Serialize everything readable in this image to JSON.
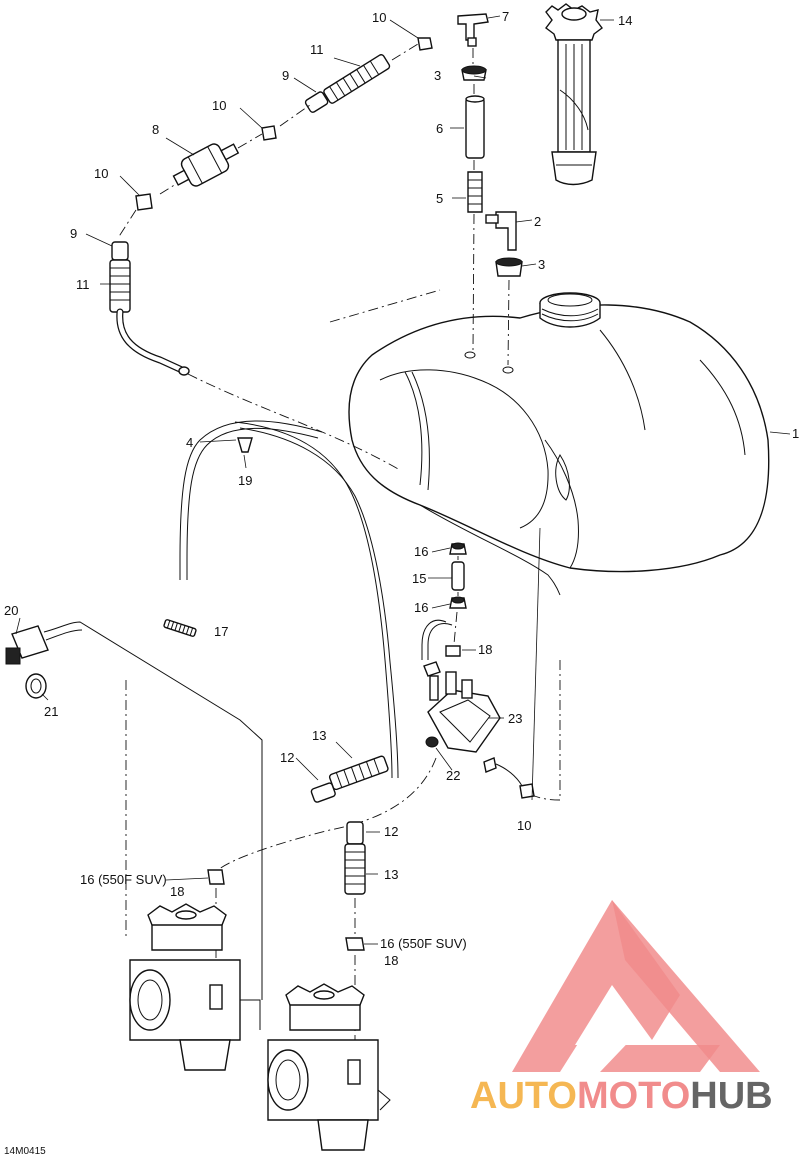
{
  "diagram_code": "14M0415",
  "watermark": {
    "brand_part1": "AUTO",
    "brand_part2": "MOTO",
    "brand_part3": "HUB",
    "color_orange": "#f5b041",
    "color_red": "#f08080",
    "color_dark": "#555555"
  },
  "callouts": {
    "c1": "1",
    "c2": "2",
    "c3a": "3",
    "c3b": "3",
    "c4": "4",
    "c5": "5",
    "c6": "6",
    "c7": "7",
    "c8": "8",
    "c9a": "9",
    "c9b": "9",
    "c10a": "10",
    "c10b": "10",
    "c10c": "10",
    "c10d": "10",
    "c11a": "11",
    "c11b": "11",
    "c12a": "12",
    "c12b": "12",
    "c13a": "13",
    "c13b": "13",
    "c14": "14",
    "c15": "15",
    "c16a": "16",
    "c16b": "16",
    "c16c": "16 (550F SUV)",
    "c16d": "16 (550F SUV)",
    "c17": "17",
    "c18a": "18",
    "c18b": "18",
    "c18c": "18",
    "c19": "19",
    "c20": "20",
    "c21": "21",
    "c22": "22",
    "c23": "23"
  }
}
